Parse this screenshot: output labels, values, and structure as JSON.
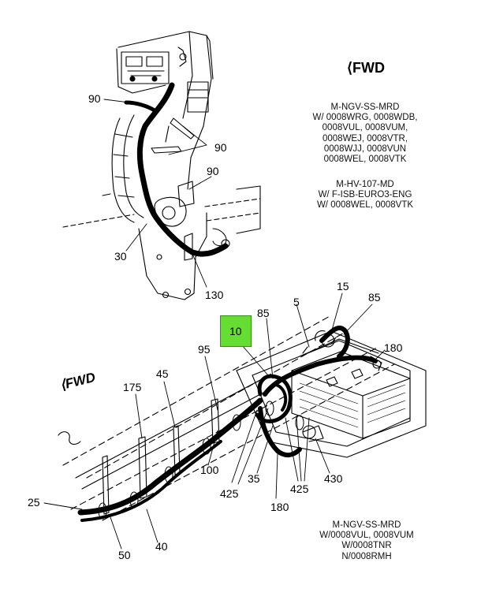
{
  "top_view": {
    "fwd_label": "FWD",
    "note_1": [
      "M-NGV-SS-MRD",
      "W/ 0008WRG, 0008WDB,",
      "0008VUL, 0008VUM,",
      "0008WEJ, 0008VTR,",
      "0008WJJ, 0008VUN",
      "0008WEL, 0008VTK"
    ],
    "note_2": [
      "M-HV-107-MD",
      "W/ F-ISB-EURO3-ENG",
      "W/ 0008WEL, 0008VTK"
    ],
    "callouts": {
      "c90a": "90",
      "c90b": "90",
      "c90c": "90",
      "c30": "30",
      "c130": "130"
    }
  },
  "bottom_view": {
    "fwd_label": "FWD",
    "highlighted_callout": "10",
    "highlight_color": "#66dd33",
    "note": [
      "M-NGV-SS-MRD",
      "W/0008VUL, 0008VUM",
      "W/0008TNR",
      "N/0008RMH"
    ],
    "callouts": {
      "c15": "15",
      "c85a": "85",
      "c85b": "85",
      "c5": "5",
      "c180a": "180",
      "c95": "95",
      "c45": "45",
      "c175": "175",
      "c100": "100",
      "c425a": "425",
      "c35": "35",
      "c425b": "425",
      "c430": "430",
      "c180b": "180",
      "c25": "25",
      "c40": "40",
      "c50": "50"
    }
  }
}
